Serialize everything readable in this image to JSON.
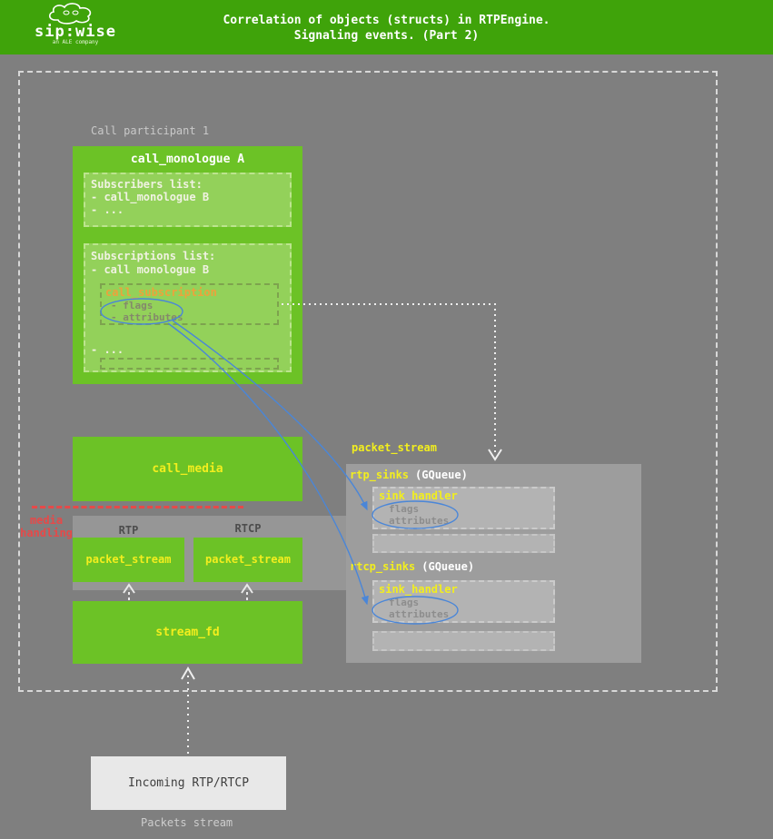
{
  "header": {
    "logo": {
      "brand": "sip:wise",
      "tagline": "an ALE company"
    },
    "title_line1": "Correlation of objects (structs) in RTPEngine.",
    "title_line2": "Signaling events. (Part 2)"
  },
  "diagram": {
    "participant_label": "Call participant 1",
    "call_monologue": {
      "title": "call_monologue A",
      "subscribers": {
        "title": "Subscribers list:",
        "items": [
          "- call_monologue B",
          "- ..."
        ]
      },
      "subscriptions": {
        "title": "Subscriptions list:",
        "item": "- call monologue B",
        "call_subscription": {
          "title": "call_subscription",
          "fields": [
            "- flags",
            "- attributes"
          ]
        },
        "more": "- ..."
      }
    },
    "call_media": {
      "title": "call_media"
    },
    "media_handling_label": "media handling",
    "rtp_label": "RTP",
    "rtcp_label": "RTCP",
    "packet_stream_label": "packet_stream",
    "stream_fd": {
      "title": "stream_fd"
    },
    "right_panel": {
      "title": "packet_stream",
      "rtp_sinks": {
        "name": "rtp_sinks",
        "type": "(GQueue)"
      },
      "rtcp_sinks": {
        "name": "rtcp_sinks",
        "type": "(GQueue)"
      },
      "sink_handler": {
        "title": "sink_handler",
        "fields": [
          "flags",
          "attributes"
        ]
      }
    },
    "incoming": {
      "title": "Incoming RTP/RTCP"
    },
    "packets_stream_label": "Packets stream"
  },
  "colors": {
    "header_green": "#3fa30a",
    "bright_green": "#6cc226",
    "light_green": "#93d15a",
    "yellow": "#f2ee1e",
    "orange": "#eda23c",
    "red": "#e64949",
    "blue": "#4a86d8",
    "panel_gray": "#9d9d9d",
    "box_gray": "#b3b3b3",
    "background_gray": "#7f7f7f"
  }
}
